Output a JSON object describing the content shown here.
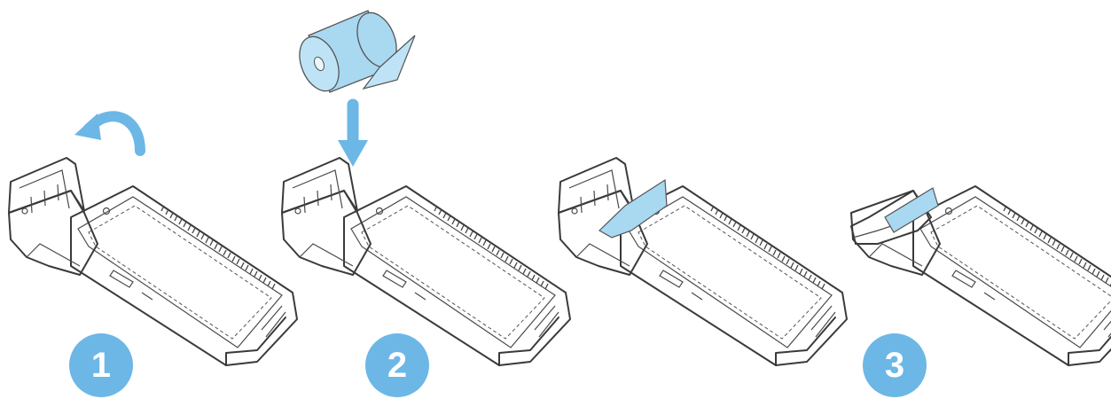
{
  "steps": [
    {
      "number": "1",
      "action": "open-lid"
    },
    {
      "number": "2",
      "action": "insert-paper-roll"
    },
    {
      "number": "3",
      "action": "close-lid"
    }
  ],
  "colors": {
    "accent": "#6cb7e6",
    "paper": "#a9d8f1",
    "line": "#3a3a3a"
  },
  "icons": [
    "curved-arrow-icon",
    "paper-roll-icon",
    "down-arrow-icon"
  ]
}
